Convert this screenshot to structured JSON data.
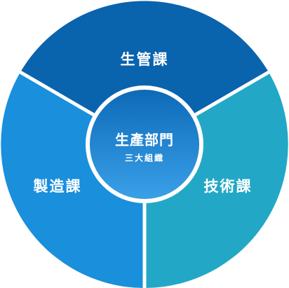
{
  "diagram": {
    "center": {
      "title": "生產部門",
      "subtitle": "三大組織"
    },
    "segments": [
      {
        "label": "生管課",
        "color": "#0a63ad"
      },
      {
        "label": "技術課",
        "color": "#22a8c6"
      },
      {
        "label": "製造課",
        "color": "#1a8fdc"
      }
    ],
    "center_gradient": [
      "#0d6ab8",
      "#3aa0e8"
    ]
  }
}
